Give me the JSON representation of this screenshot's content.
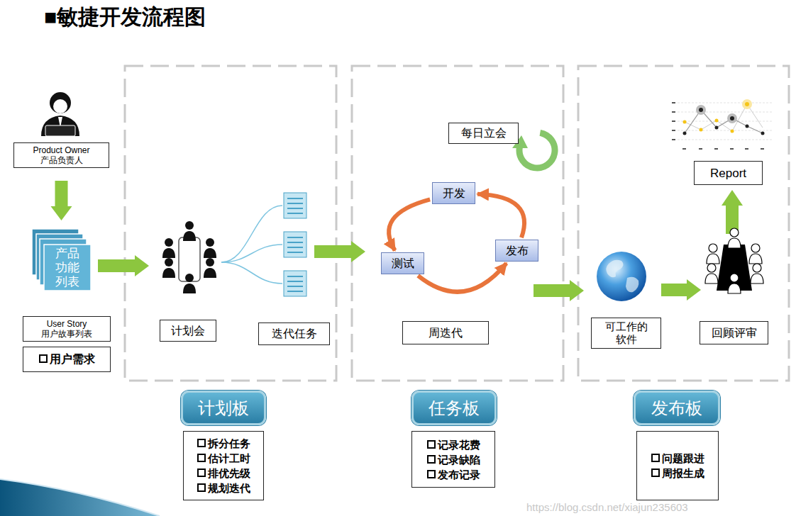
{
  "diagram": {
    "title": "■敏捷开发流程图",
    "nodes": [
      {
        "text": [
          "Product Owner 产品负责人"
        ]
      },
      {
        "text": [
          "产品 功能 列表"
        ]
      },
      {
        "text": [
          "User Story 用户故事列表"
        ]
      },
      {
        "text": [
          "用户需求"
        ]
      },
      {
        "text": [
          "计划会"
        ]
      },
      {
        "text": [
          "迭代任务"
        ]
      },
      {
        "text": [
          "每日立会"
        ]
      },
      {
        "text": [
          "开发"
        ]
      },
      {
        "text": [
          "测试"
        ]
      },
      {
        "text": [
          "发布"
        ]
      },
      {
        "text": [
          "周迭代"
        ]
      },
      {
        "text": [
          "可工作的 软件"
        ]
      },
      {
        "text": [
          "回顾评审"
        ]
      },
      {
        "text": [
          "Report"
        ]
      },
      {
        "text": [
          "计划板"
        ]
      },
      {
        "text": [
          "拆分任务",
          "估计工时",
          "排优先级",
          "规划迭代"
        ]
      },
      {
        "text": [
          "任务板"
        ]
      },
      {
        "text": [
          "记录花费",
          "记录缺陷",
          "发布记录"
        ]
      },
      {
        "text": [
          "发布板"
        ]
      },
      {
        "text": [
          "问题跟进",
          "周报生成"
        ]
      }
    ],
    "edges": [
      {
        "from": 0,
        "to": 1,
        "arrow": "to"
      },
      {
        "from": 9,
        "to": 7,
        "arrow": "to"
      },
      {
        "from": 7,
        "to": 8,
        "arrow": "to"
      },
      {
        "from": 8,
        "to": 9,
        "arrow": "to"
      }
    ],
    "labels": [
      "https://blog.csdn.net/xiajun235603"
    ]
  }
}
